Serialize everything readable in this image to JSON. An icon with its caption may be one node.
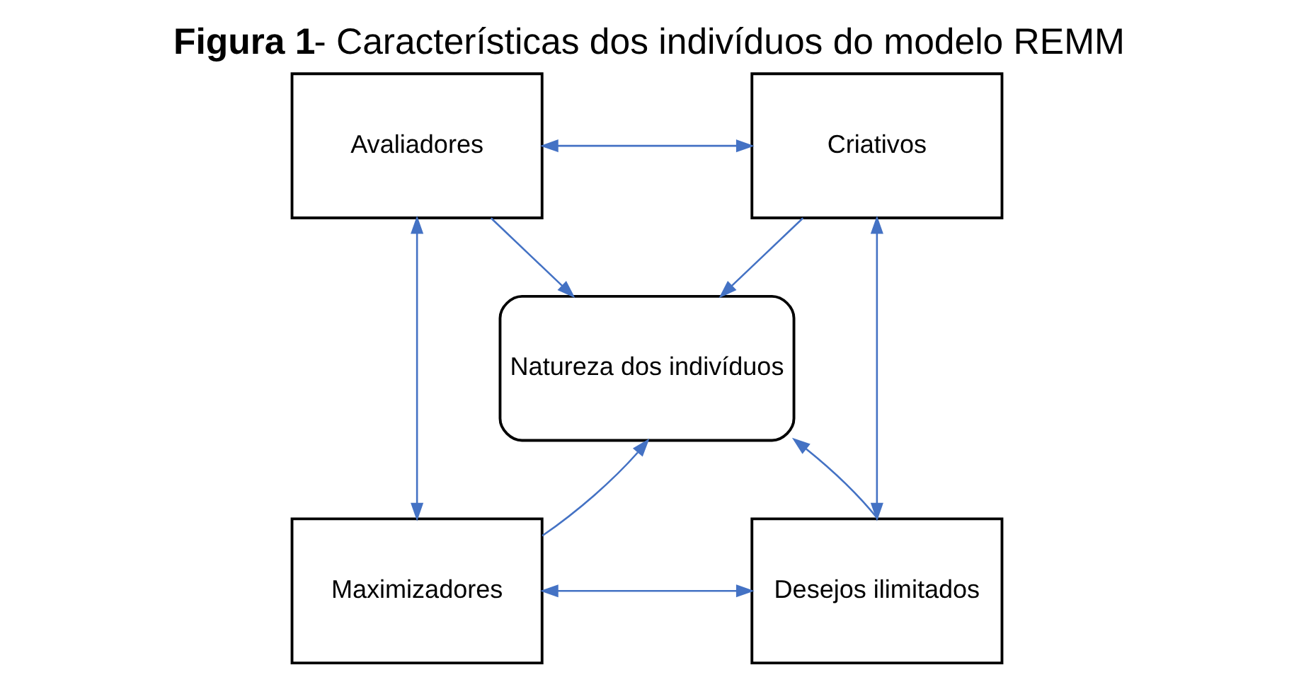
{
  "diagram": {
    "title": "**Figura 1**- Características dos indivíduos do modelo REMM",
    "nodes": [
      {
        "text": [
          "Avaliadores"
        ]
      },
      {
        "text": [
          "Criativos"
        ]
      },
      {
        "text": [
          "Natureza dos indivíduos"
        ]
      },
      {
        "text": [
          "Maximizadores"
        ]
      },
      {
        "text": [
          "Desejos ilimitados"
        ]
      }
    ],
    "edges": [
      {
        "from": 0,
        "to": 1,
        "arrow": "both"
      },
      {
        "from": 0,
        "to": 2,
        "arrow": "to"
      },
      {
        "from": 1,
        "to": 2,
        "arrow": "to"
      },
      {
        "from": 0,
        "to": 3,
        "arrow": "both"
      },
      {
        "from": 1,
        "to": 4,
        "arrow": "both"
      },
      {
        "from": 3,
        "to": 2,
        "arrow": "to"
      },
      {
        "from": 4,
        "to": 2,
        "arrow": "to"
      },
      {
        "from": 3,
        "to": 4,
        "arrow": "both"
      }
    ]
  }
}
